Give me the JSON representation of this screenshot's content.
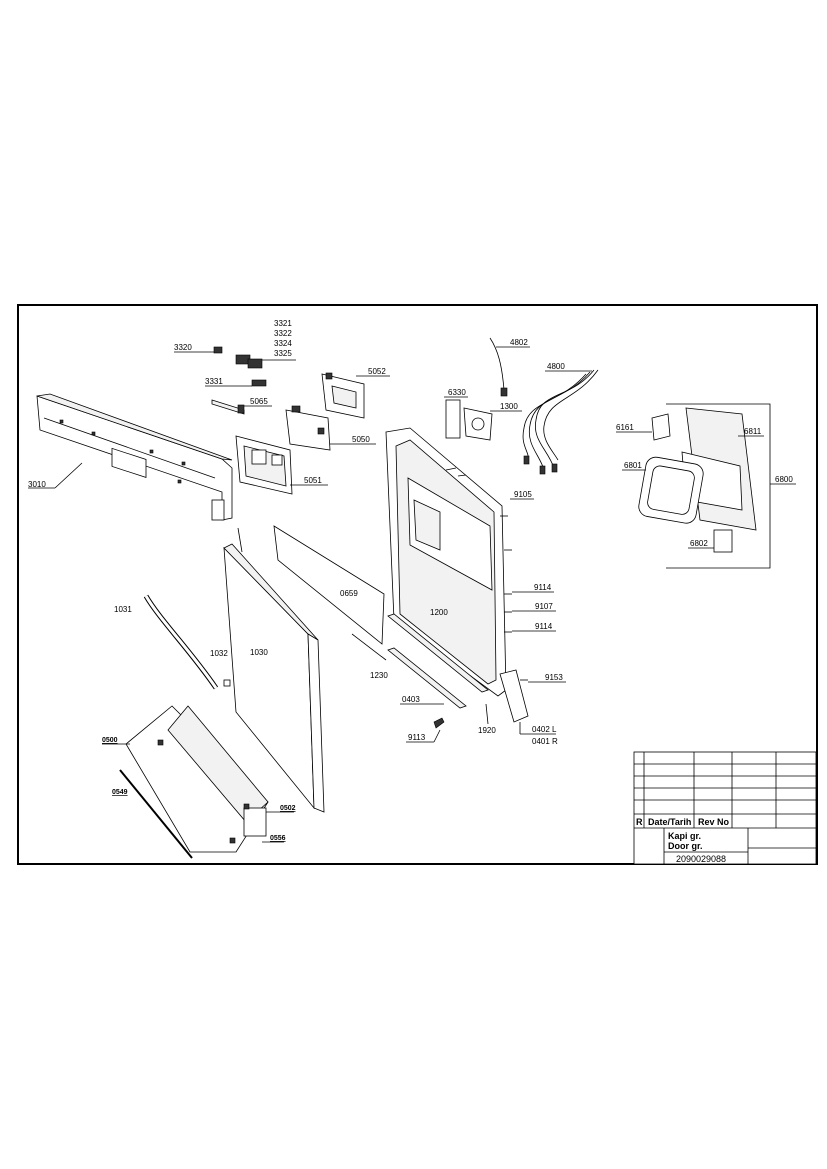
{
  "diagram": {
    "parts": {
      "p3321": "3321",
      "p3322": "3322",
      "p3324": "3324",
      "p3325": "3325",
      "p3320": "3320",
      "p3331": "3331",
      "p5065": "5065",
      "p5052": "5052",
      "p5050": "5050",
      "p5051": "5051",
      "p3010": "3010",
      "p4802": "4802",
      "p4800": "4800",
      "p6330": "6330",
      "p1300": "1300",
      "p6161": "6161",
      "p6811": "6811",
      "p6801": "6801",
      "p6800": "6800",
      "p6802": "6802",
      "p9105": "9105",
      "p9114a": "9114",
      "p9107": "9107",
      "p9114b": "9114",
      "p9153": "9153",
      "p1200": "1200",
      "p0659": "0659",
      "p1031": "1031",
      "p1032": "1032",
      "p1030": "1030",
      "p1230": "1230",
      "p0403": "0403",
      "p1920": "1920",
      "p0402L": "0402 L",
      "p0401R": "0401 R",
      "p9113": "9113",
      "p0500": "0500",
      "p0549": "0549",
      "p0502": "0502",
      "p0556": "0556"
    }
  },
  "title_block": {
    "col_r": "R",
    "col_date": "Date/Tarih",
    "col_rev": "Rev No",
    "title_tr": "Kapi gr.",
    "title_en": "Door gr.",
    "doc_number": "2090029088"
  }
}
